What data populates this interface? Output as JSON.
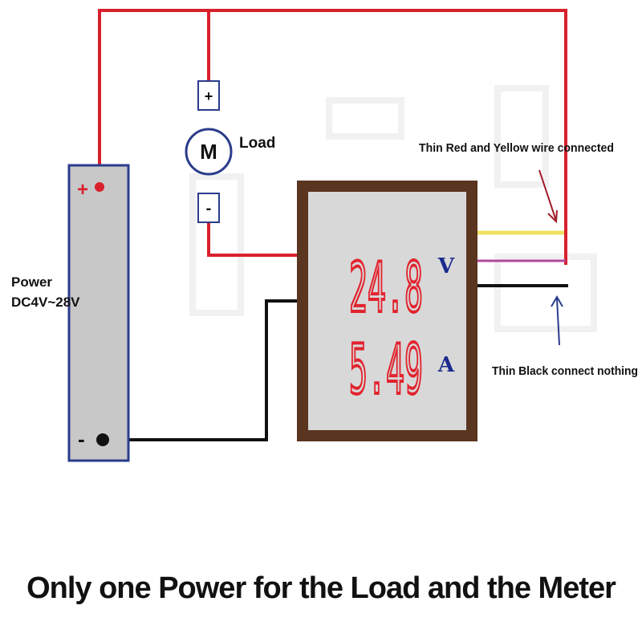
{
  "power": {
    "label_line1": "Power",
    "label_line2": "DC4V~28V",
    "plus_sign": "+",
    "minus_sign": "-"
  },
  "motor": {
    "symbol": "M",
    "label": "Load",
    "plus_sign": "+",
    "minus_sign": "-"
  },
  "meter": {
    "voltage_reading": "24.8",
    "current_reading": "5.49",
    "voltage_unit": "V",
    "current_unit": "A"
  },
  "annotations": {
    "red_yellow": "Thin Red and Yellow wire connected",
    "black": "Thin Black connect nothing"
  },
  "caption": "Only one Power for the Load and the Meter",
  "colors": {
    "wire_red": "#d8202c",
    "wire_black": "#111111",
    "wire_yellow": "#f0e060",
    "wire_purple": "#b04a9a",
    "segment_red": "#e2232e",
    "battery_fill": "#c8c8c8",
    "battery_border": "#2a3c8c",
    "meter_frame": "#5a3520",
    "meter_face": "#d8d8d8",
    "unit_blue": "#1a2a8c"
  }
}
